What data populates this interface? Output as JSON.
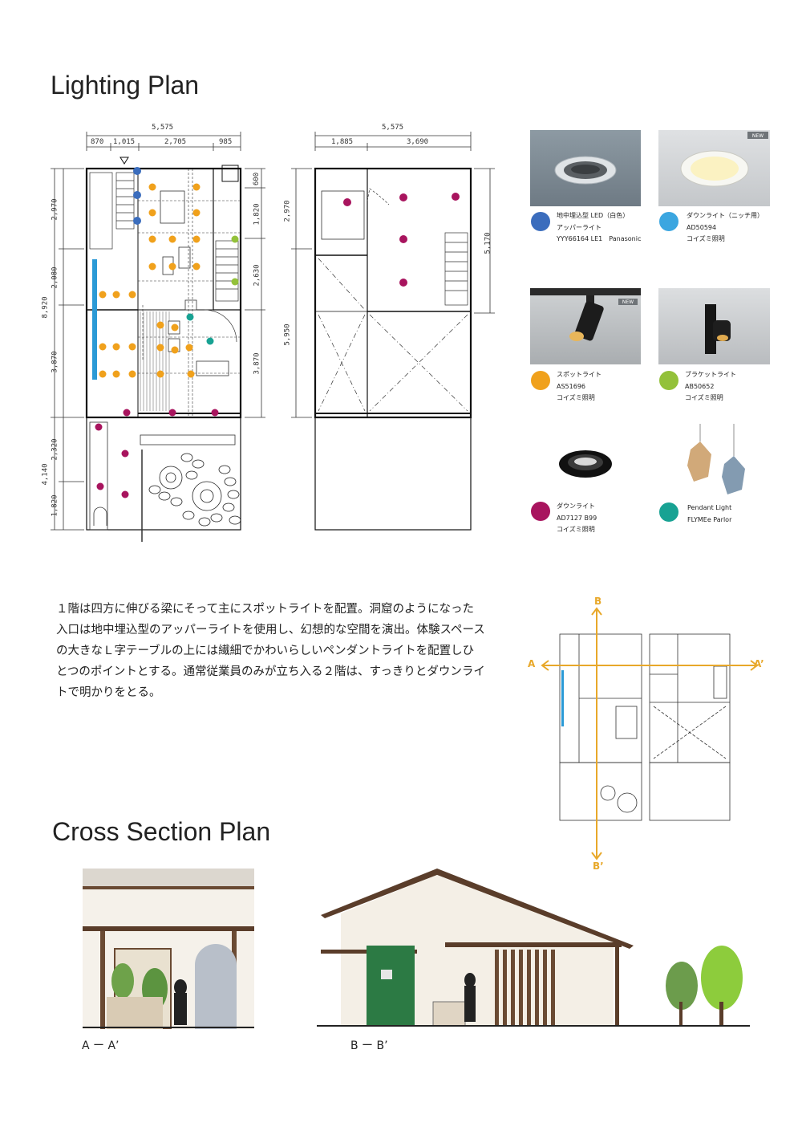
{
  "titles": {
    "lighting_plan": "Lighting Plan",
    "cross_section_plan": "Cross Section Plan"
  },
  "plan1": {
    "top_total": "5,575",
    "top_segments": [
      "870",
      "1,015",
      "2,705",
      "985"
    ],
    "left_total": "8,920",
    "left_segments": [
      "2,970",
      "2,080",
      "3,870"
    ],
    "left_bottom_total": "4,140",
    "left_bottom_segments": [
      "2,320",
      "1,820"
    ],
    "right_segments": [
      "600",
      "1,820",
      "2,630",
      "3,870"
    ]
  },
  "plan2": {
    "top_total": "5,575",
    "top_segments": [
      "1,885",
      "3,690"
    ],
    "left_segments": [
      "2,970",
      "5,950"
    ],
    "right_total": "5,170"
  },
  "products": [
    {
      "color": "#3b6dbd",
      "lines": [
        "地中埋込型 LED（白色）",
        "アッパーライト",
        "YYY66164 LE1　Panasonic"
      ],
      "badge": ""
    },
    {
      "color": "#3ba6e0",
      "lines": [
        "ダウンライト（ニッチ用）",
        "AD50594",
        "コイズミ照明"
      ],
      "badge": "NEW"
    },
    {
      "color": "#f0a11c",
      "lines": [
        "スポットライト",
        "AS51696",
        "コイズミ照明"
      ],
      "badge": "NEW"
    },
    {
      "color": "#93c13a",
      "lines": [
        "ブラケットライト",
        "AB50652",
        "コイズミ照明"
      ],
      "badge": ""
    },
    {
      "color": "#a8145e",
      "lines": [
        "ダウンライト",
        "AD7127 B99",
        "コイズミ照明"
      ],
      "badge": ""
    },
    {
      "color": "#18a293",
      "lines": [
        "Pendant Light",
        "FLYMEe Parlor"
      ],
      "badge": ""
    }
  ],
  "description": "１階は四方に伸びる梁にそって主にスポットライトを配置。洞窟のようになった入口は地中埋込型のアッパーライトを使用し、幻想的な空間を演出。体験スペースの大きなＬ字テーブルの上には繊細でかわいらしいペンダントライトを配置しひとつのポイントとする。通常従業員のみが立ち入る２階は、すっきりとダウンライトで明かりをとる。",
  "key_plan": {
    "A": "A",
    "A_prime": "A’",
    "B": "B",
    "B_prime": "B’"
  },
  "sections": {
    "aa_label": "A ー A’",
    "bb_label": "B ー B’"
  },
  "colors": {
    "axis_line": "#e8a82a",
    "wall": "#111111",
    "blue_bar": "#2b9ad6"
  }
}
